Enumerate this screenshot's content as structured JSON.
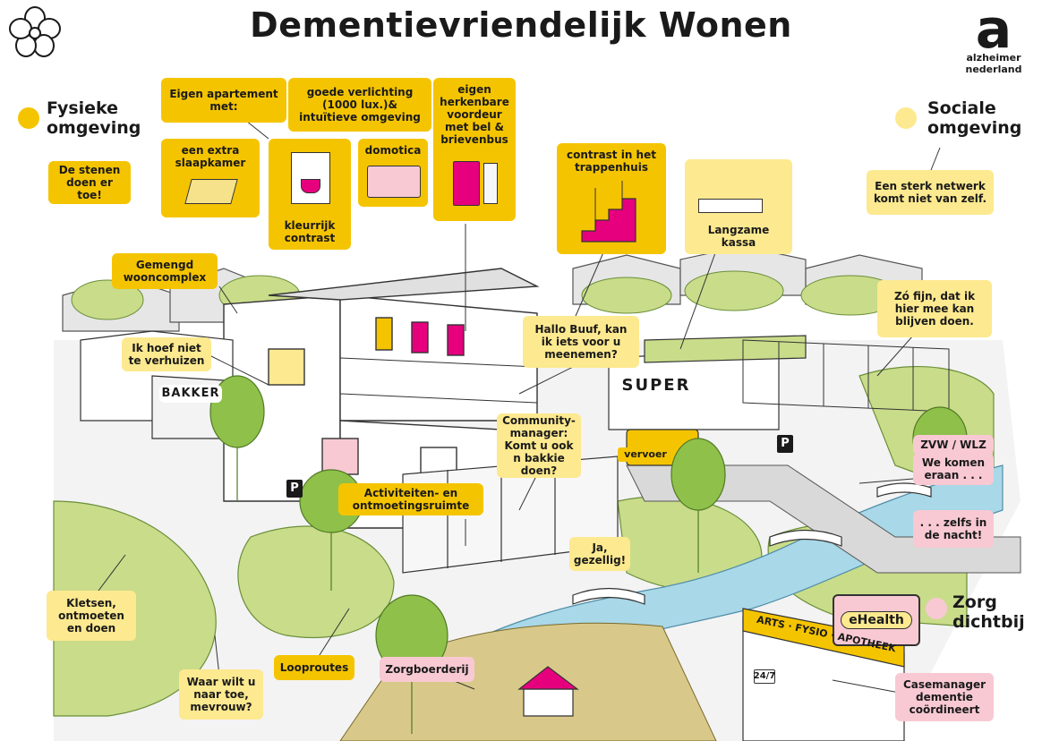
{
  "header": {
    "title": "Dementievriendelijk Wonen"
  },
  "brand": {
    "line1": "alzheimer",
    "line2": "nederland",
    "logo_letter": "a"
  },
  "categories": {
    "physical": "Fysieke omgeving",
    "social": "Sociale omgeving",
    "care": "Zorg dichtbij"
  },
  "colors": {
    "yellow": "#f5c400",
    "light_yellow": "#fde98f",
    "pink": "#f8c9d3",
    "green": "#c9dc8a",
    "dark_green": "#6fa83a",
    "water": "#a9d8e8"
  },
  "labels": {
    "stenen": "De stenen doen er toe!",
    "eigen_apartement": "Eigen apartement met:",
    "verlichting": "goede verlichting (1000 lux.)& intuïtieve omgeving",
    "voordeur": "eigen herkenbare voordeur met bel & brievenbus",
    "slaapkamer": "een extra slaapkamer",
    "domotica": "domotica",
    "kleurrijk": "kleurrijk contrast",
    "trappenhuis": "contrast in het trappenhuis",
    "kassa": "Langzame kassa",
    "netwerk": "Een sterk netwerk komt niet van zelf.",
    "gemengd": "Gemengd wooncomplex",
    "verhuizen": "Ik hoef niet te verhuizen",
    "buuf": "Hallo Buuf, kan ik iets voor u meenemen?",
    "fijn": "Zó fijn, dat ik hier mee kan blijven doen.",
    "community": "Community-manager: Komt u ook n bakkie doen?",
    "activiteiten": "Activiteiten- en ontmoetingsruimte",
    "gezellig": "Ja, gezellig!",
    "zvw": "ZVW / WLZ",
    "komen": "We komen eraan . . .",
    "nacht": ". . . zelfs in de nacht!",
    "kletsen": "Kletsen, ontmoeten en doen",
    "looproutes": "Looproutes",
    "zorgboerderij": "Zorgboerderij",
    "waar": "Waar wilt u naar toe, mevrouw?",
    "casemanager": "Casemanager dementie coördineert",
    "ehealth": "eHealth"
  },
  "signs": {
    "bakker": "BAKKER",
    "super": "SUPER",
    "vervoer": "vervoer",
    "parking": "P",
    "apotheek": "ARTS · FYSIO · APOTHEEK",
    "open": "24/7"
  },
  "icons": [
    "flower-icon",
    "forget-me-not-icon",
    "bed-icon",
    "lamp-icon",
    "tablet-icon",
    "door-icon",
    "stairs-icon",
    "cashier-icon"
  ]
}
